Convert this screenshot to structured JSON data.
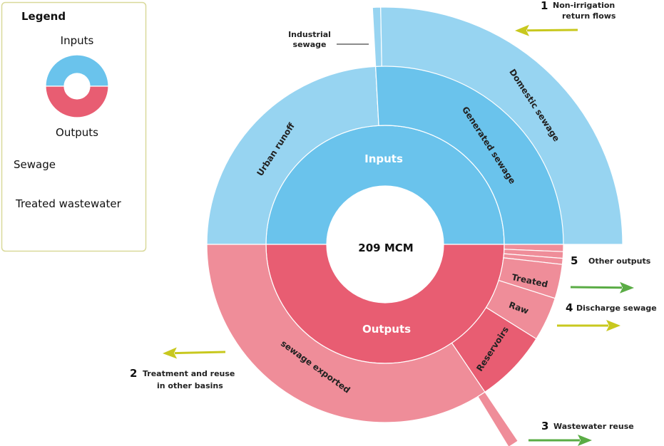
{
  "center_label": "209 MCM",
  "colors": {
    "inputs_inner": "#6ac3ec",
    "inputs_outer": "#97d4f1",
    "outputs_inner": "#e85d72",
    "outputs_outer": "#ef8d99",
    "sewage_arrow": "#c8c81e",
    "treated_arrow": "#5aac45",
    "legend_border": "#d9d99a"
  },
  "rings": {
    "inner": [
      {
        "label": "Inputs",
        "share": 50,
        "group": "inputs"
      },
      {
        "label": "Outputs",
        "share": 50,
        "group": "outputs"
      }
    ],
    "outer_inputs": [
      {
        "label": "Urban runoff",
        "share": 48.3,
        "extended": false
      },
      {
        "label": "Industrial sewage",
        "share": 1.1,
        "extended": true
      },
      {
        "label": "Domestic sewage",
        "share": 50.6,
        "extended": true
      }
    ],
    "generated_sewage": {
      "label": "Generated sewage",
      "share": 51.7
    },
    "outer_outputs": [
      {
        "label": "",
        "share": 1.3,
        "tone": "light"
      },
      {
        "label": "",
        "share": 1.2,
        "tone": "light"
      },
      {
        "label": "",
        "share": 1.1,
        "tone": "light"
      },
      {
        "label": "Treated",
        "share": 6.2,
        "tone": "light"
      },
      {
        "label": "Raw",
        "share": 8.0,
        "tone": "light"
      },
      {
        "label": "Reservoirs",
        "share": 13.3,
        "tone": "dark"
      },
      {
        "label": "sewage exported",
        "share": 68.9,
        "tone": "light"
      }
    ],
    "wastewater_reuse_spike": {
      "offset_share": 31.1,
      "share": 1.5
    }
  },
  "annotations": {
    "a1": {
      "num": "1",
      "line1": "Non-irrigation",
      "line2": "return flows"
    },
    "a2": {
      "num": "2",
      "line1": "Treatment and reuse",
      "line2": "in other basins"
    },
    "a3": {
      "num": "3",
      "line1": "Wastewater reuse"
    },
    "a4": {
      "num": "4",
      "line1": "Discharge sewage"
    },
    "a5": {
      "num": "5",
      "line1": "Other outputs"
    },
    "industrial": {
      "line1": "Industrial",
      "line2": "sewage"
    }
  },
  "legend": {
    "title": "Legend",
    "inputs": "Inputs",
    "outputs": "Outputs",
    "sewage": "Sewage",
    "treated": "Treated wastewater"
  }
}
